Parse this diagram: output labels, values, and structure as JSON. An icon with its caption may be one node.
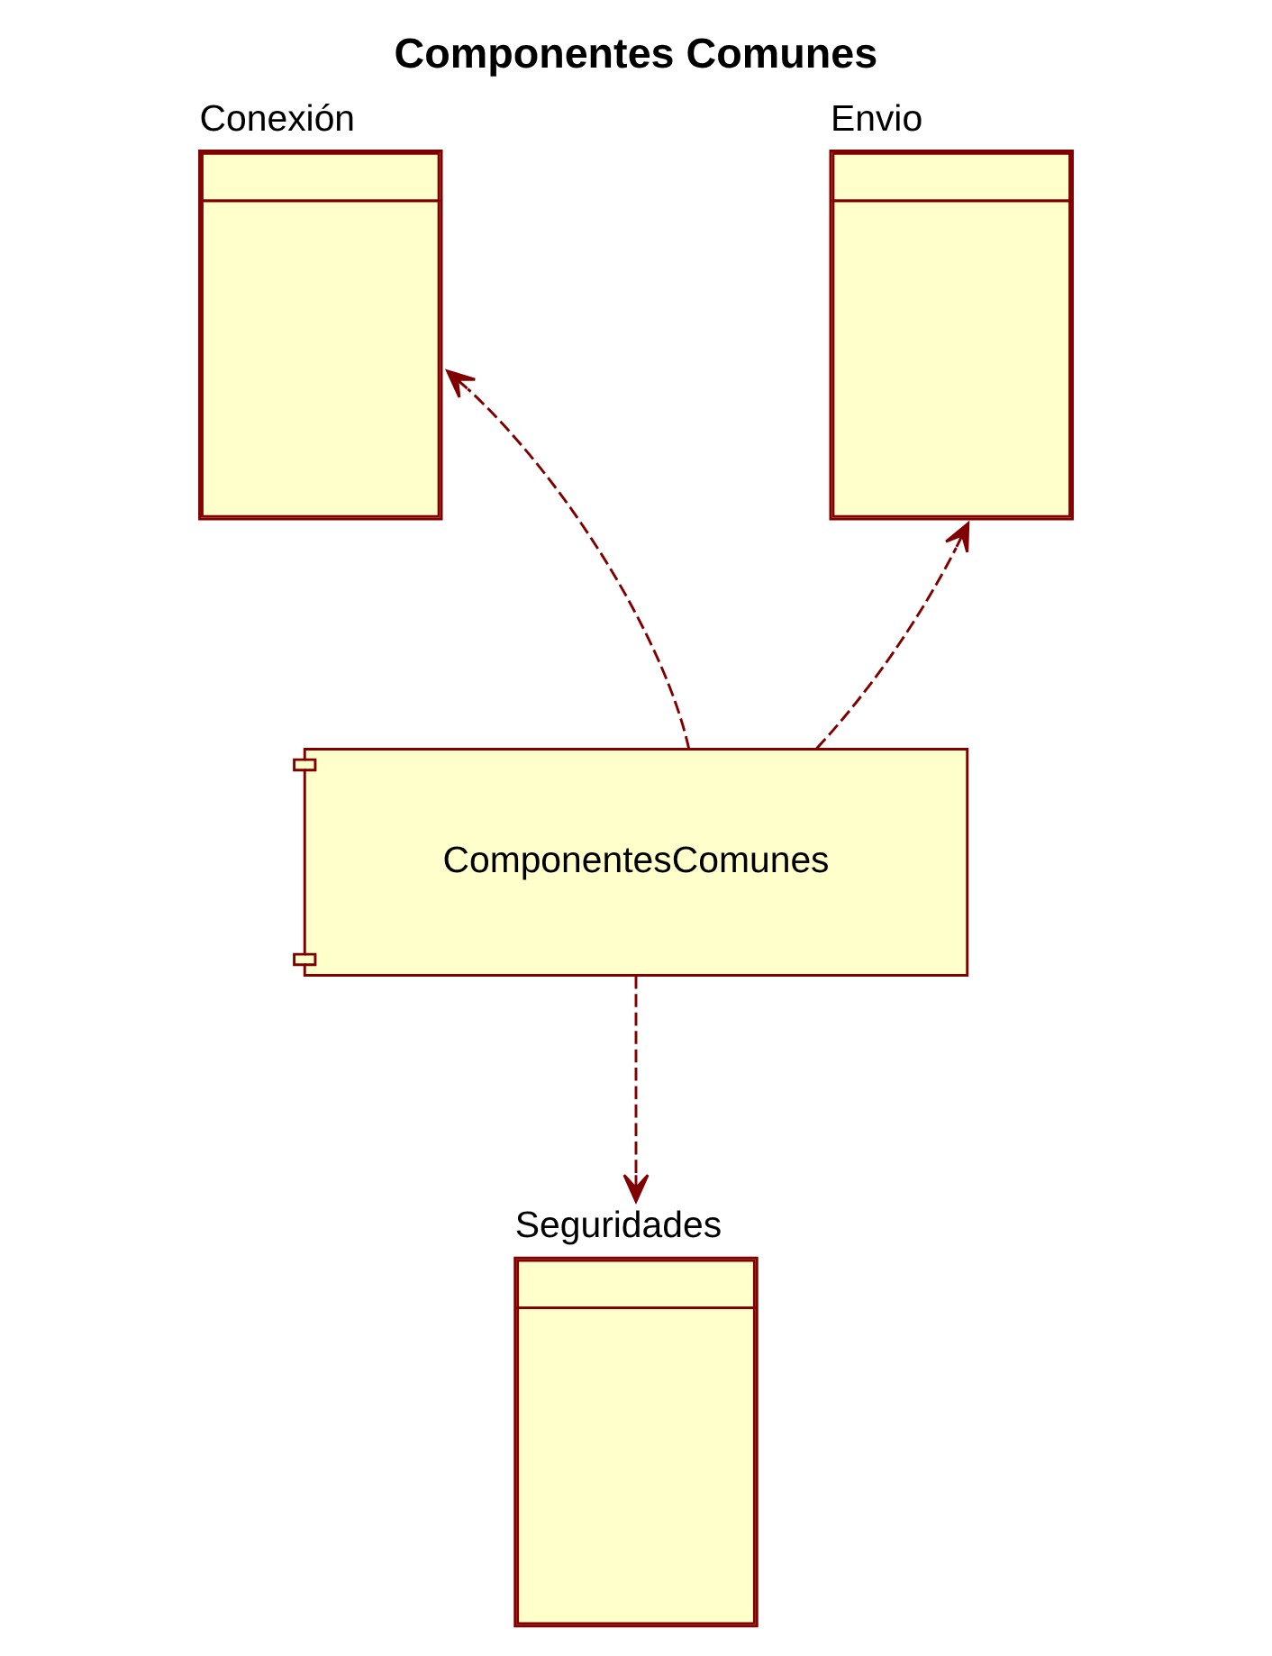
{
  "diagram": {
    "title": "Componentes Comunes",
    "nodes": [
      {
        "text": [
          "Conexión"
        ]
      },
      {
        "text": [
          "Envio"
        ]
      },
      {
        "text": [
          "ComponentesComunes"
        ]
      },
      {
        "text": [
          "Seguridades"
        ]
      }
    ],
    "edges": [
      {
        "from": 2,
        "to": 0,
        "arrow": "to",
        "style": "dashed"
      },
      {
        "from": 2,
        "to": 1,
        "arrow": "to",
        "style": "dashed"
      },
      {
        "from": 2,
        "to": 3,
        "arrow": "to",
        "style": "dashed"
      }
    ]
  }
}
